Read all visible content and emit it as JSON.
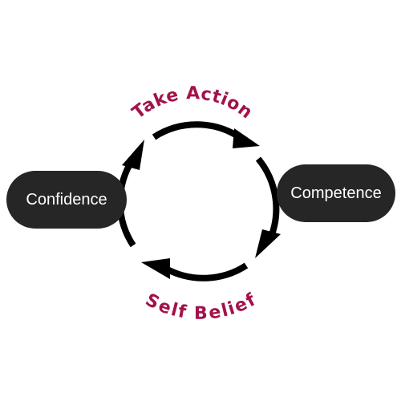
{
  "colors": {
    "ring": "#000000",
    "node_fill": "#262626",
    "node_text": "#ffffff",
    "label_accent": "#a3124b",
    "background": "#ffffff"
  },
  "nodes": {
    "confidence": {
      "label": "Confidence"
    },
    "competence": {
      "label": "Competence"
    }
  },
  "arcs": {
    "top_label": "Take Action",
    "bottom_label": "Self Belief"
  }
}
